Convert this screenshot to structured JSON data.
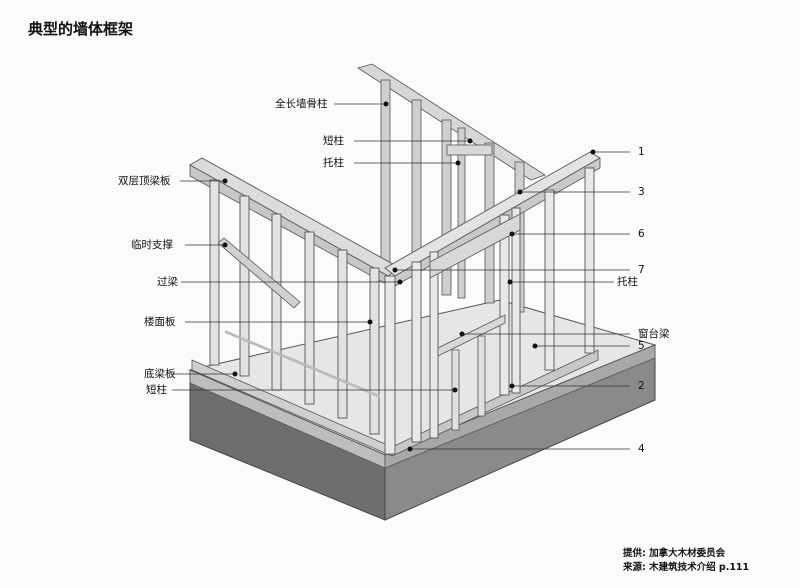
{
  "title": "典型的墙体框架",
  "labels": {
    "full_stud": "全长墙骨柱",
    "cripple_top": "短柱",
    "trimmer_top": "托柱",
    "double_top_plate": "双层顶梁板",
    "temp_brace": "临时支撑",
    "header": "过梁",
    "subfloor": "楼面板",
    "bottom_plate": "底梁板",
    "cripple_bottom": "短柱",
    "trimmer_right": "托柱",
    "sill": "窗台梁",
    "n1": "1",
    "n2": "2",
    "n3": "3",
    "n4": "4",
    "n5": "5",
    "n6": "6",
    "n7": "7"
  },
  "credits": {
    "provider": "提供: 加拿大木材委员会",
    "source": "来源: 木建筑技术介绍 p.111"
  }
}
